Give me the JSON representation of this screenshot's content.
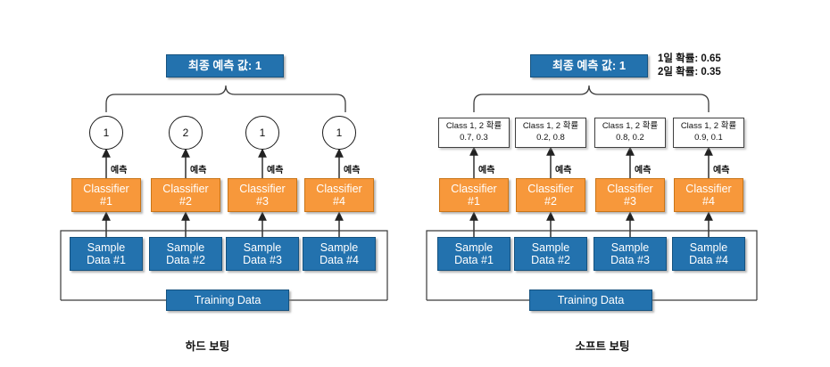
{
  "colors": {
    "blue": "#2372AE",
    "orange": "#F7983B",
    "line": "#333333",
    "white": "#FFFFFF"
  },
  "panels": [
    {
      "id": "hard-voting",
      "caption": "하드 보팅",
      "final": {
        "label": "최종 예측 값: 1"
      },
      "prediction_label": "예측",
      "outputs": [
        {
          "value": "1"
        },
        {
          "value": "2"
        },
        {
          "value": "1"
        },
        {
          "value": "1"
        }
      ],
      "classifiers": [
        {
          "line1": "Classifier",
          "line2": "#1"
        },
        {
          "line1": "Classifier",
          "line2": "#2"
        },
        {
          "line1": "Classifier",
          "line2": "#3"
        },
        {
          "line1": "Classifier",
          "line2": "#4"
        }
      ],
      "samples": [
        {
          "line1": "Sample",
          "line2": "Data #1"
        },
        {
          "line1": "Sample",
          "line2": "Data #2"
        },
        {
          "line1": "Sample",
          "line2": "Data #3"
        },
        {
          "line1": "Sample",
          "line2": "Data #4"
        }
      ],
      "training": {
        "label": "Training Data"
      }
    },
    {
      "id": "soft-voting",
      "caption": "소프트 보팅",
      "final": {
        "label": "최종 예측 값: 1"
      },
      "prediction_label": "예측",
      "probability_note": {
        "line1": "1일 확률: 0.65",
        "line2": "2일 확률: 0.35"
      },
      "outputs": [
        {
          "header": "Class 1, 2 확률",
          "values": "0.7,  0.3"
        },
        {
          "header": "Class 1, 2 확률",
          "values": "0.2,  0.8"
        },
        {
          "header": "Class 1, 2 확률",
          "values": "0.8,  0.2"
        },
        {
          "header": "Class 1, 2 확률",
          "values": "0.9,  0.1"
        }
      ],
      "classifiers": [
        {
          "line1": "Classifier",
          "line2": "#1"
        },
        {
          "line1": "Classifier",
          "line2": "#2"
        },
        {
          "line1": "Classifier",
          "line2": "#3"
        },
        {
          "line1": "Classifier",
          "line2": "#4"
        }
      ],
      "samples": [
        {
          "line1": "Sample",
          "line2": "Data #1"
        },
        {
          "line1": "Sample",
          "line2": "Data #2"
        },
        {
          "line1": "Sample",
          "line2": "Data #3"
        },
        {
          "line1": "Sample",
          "line2": "Data #4"
        }
      ],
      "training": {
        "label": "Training Data"
      }
    }
  ]
}
